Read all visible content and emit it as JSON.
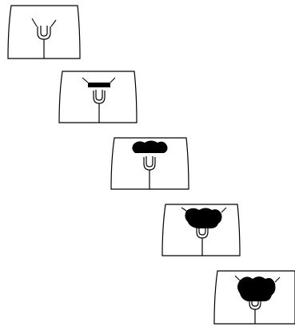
{
  "figure": {
    "stages": [
      {
        "stage": 1,
        "hair_coverage": 0
      },
      {
        "stage": 2,
        "hair_coverage": 0.25
      },
      {
        "stage": 3,
        "hair_coverage": 0.5
      },
      {
        "stage": 4,
        "hair_coverage": 0.75
      },
      {
        "stage": 5,
        "hair_coverage": 1
      }
    ],
    "colors": {
      "line": "#000000",
      "fill": "#000000",
      "background": "#ffffff"
    }
  }
}
